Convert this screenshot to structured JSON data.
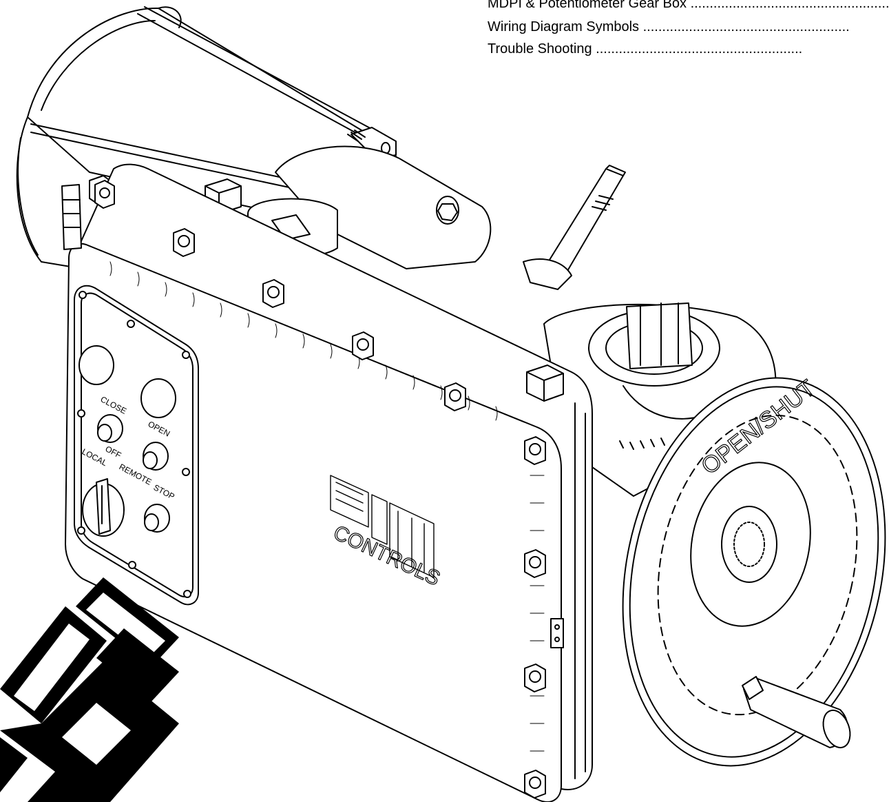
{
  "toc": {
    "entries": [
      {
        "title": "MDPI & Potentiometer Gear Box",
        "leader": " ......................................................"
      },
      {
        "title": "Wiring Diagram Symbols",
        "leader": " ......................................................"
      },
      {
        "title": "Trouble Shooting",
        "leader": " ......................................................"
      }
    ]
  },
  "figure": {
    "brand": "CONTROLS",
    "panel_labels": {
      "close": "CLOSE",
      "open": "OPEN",
      "off": "OFF",
      "local": "LOCAL",
      "remote": "REMOTE",
      "stop": "STOP"
    },
    "handwheel_label": "OPEN/SHUT"
  }
}
